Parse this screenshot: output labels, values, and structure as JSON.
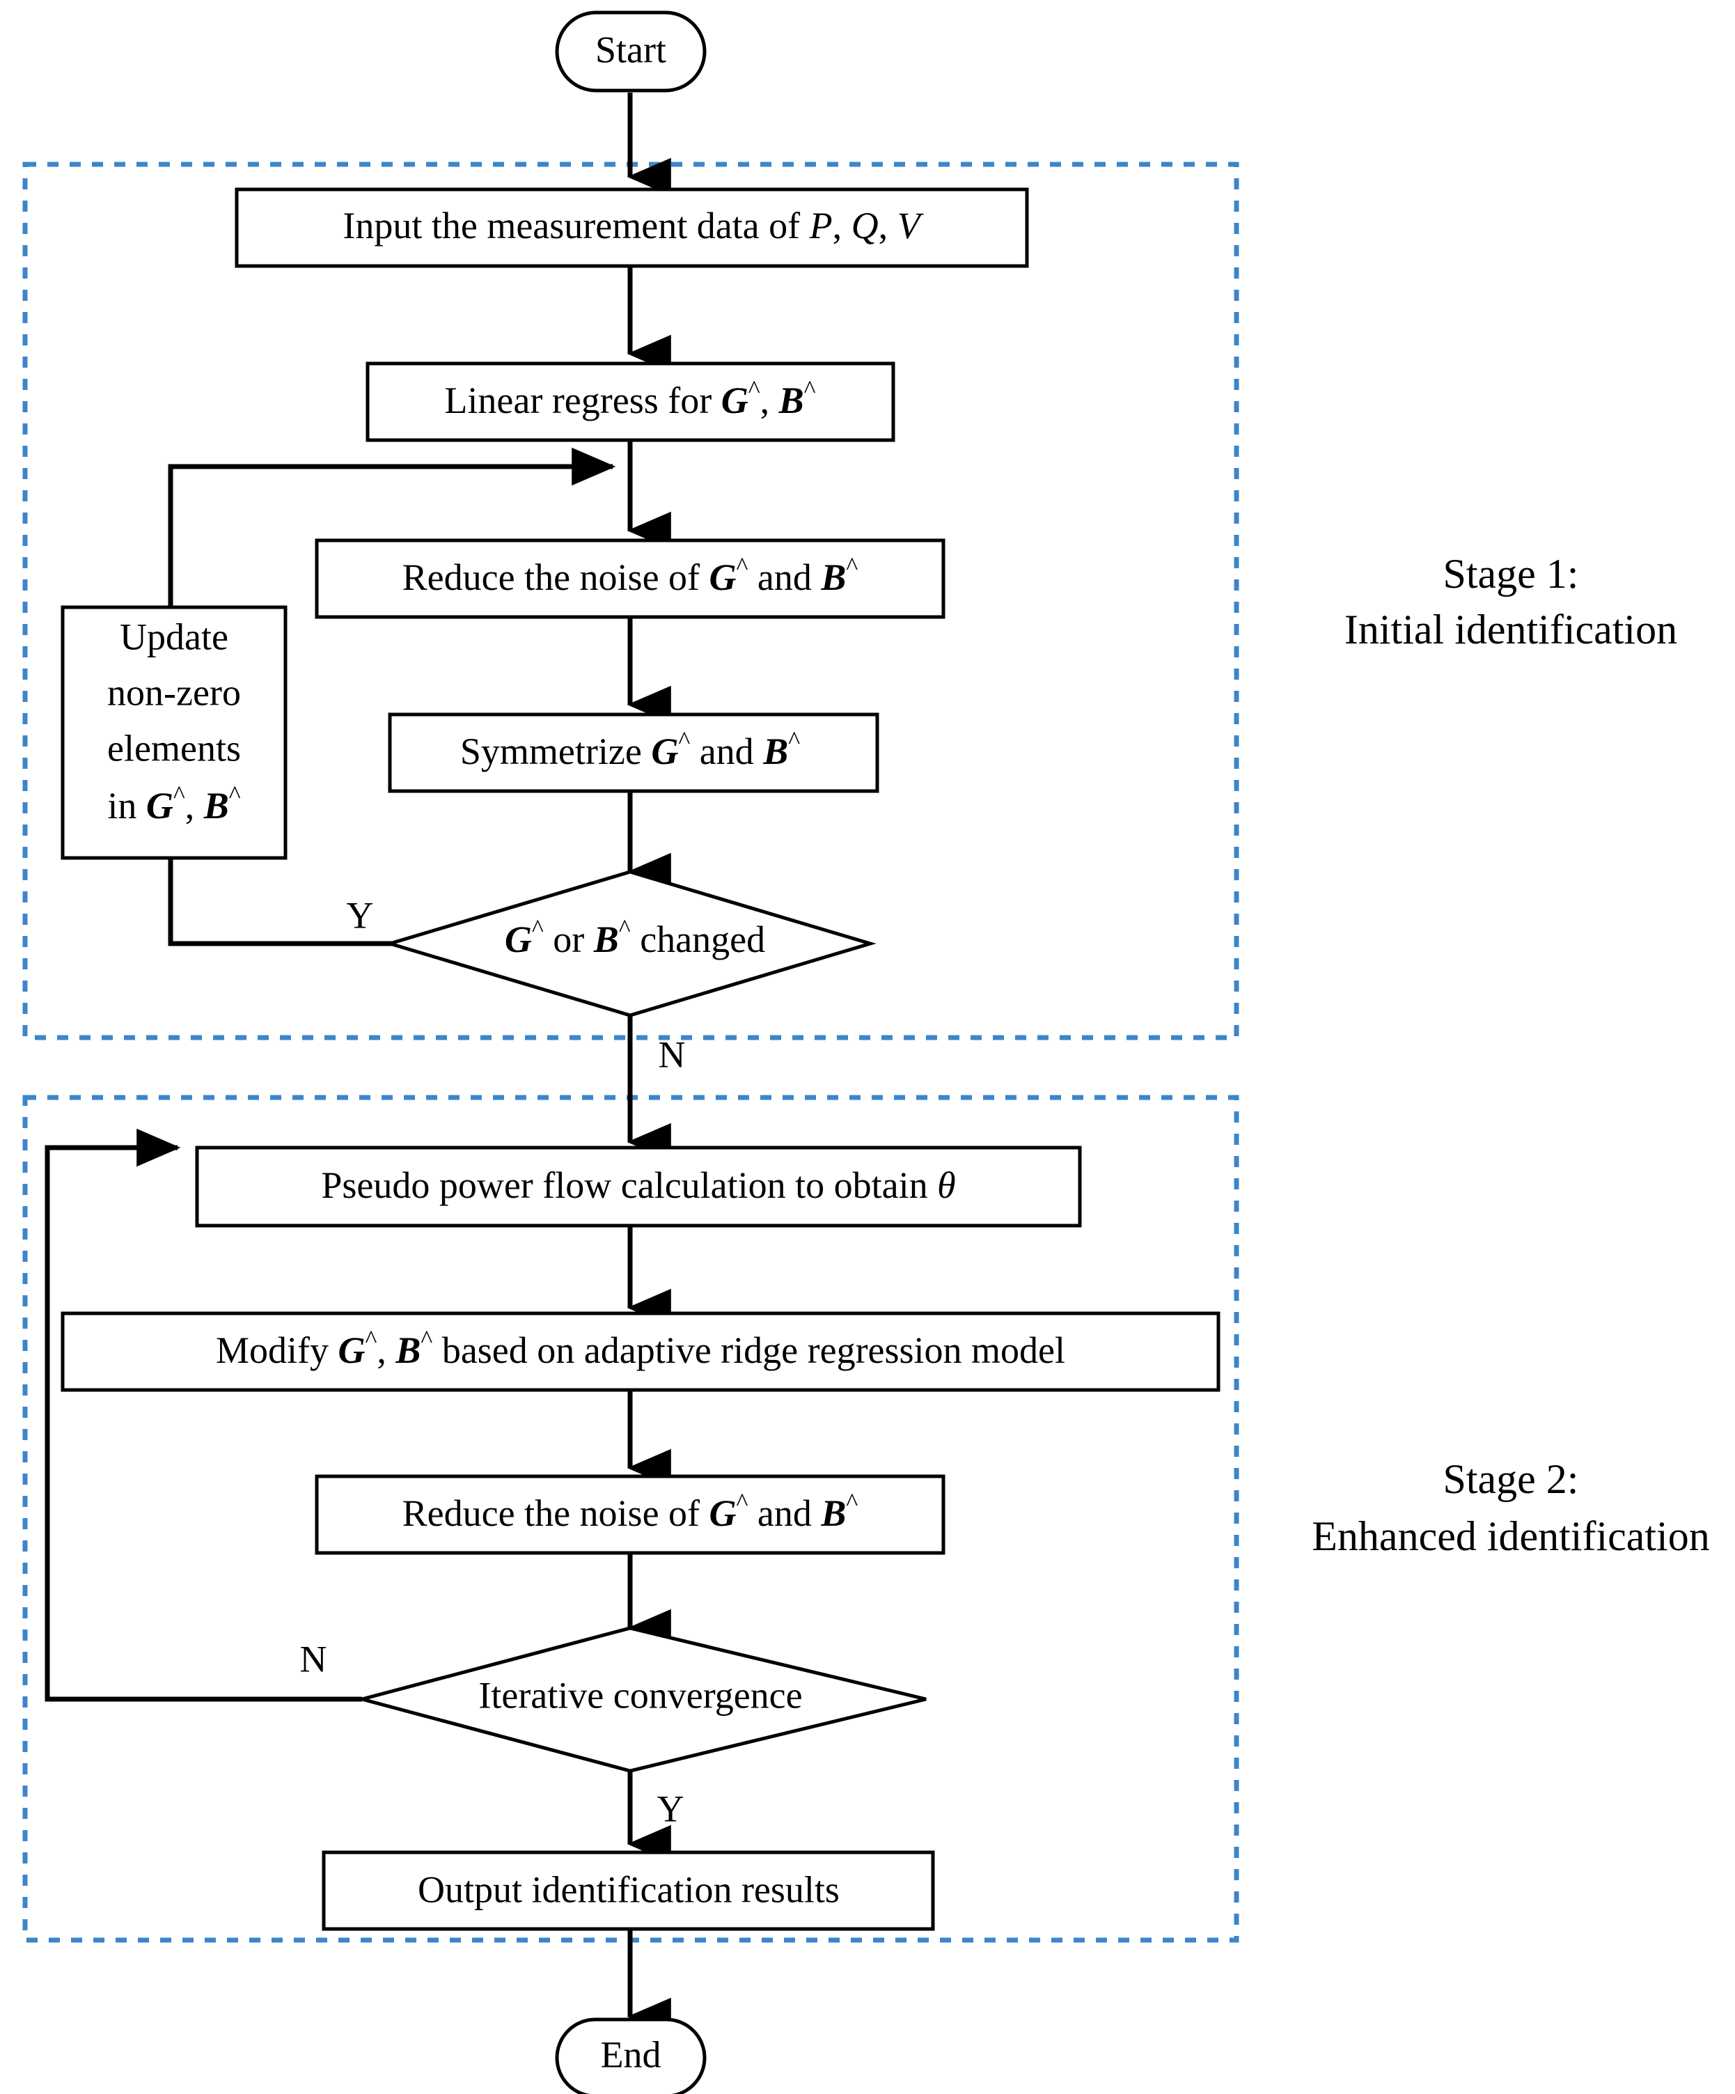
{
  "diagram": {
    "title": "Two-stage admittance matrix identification flowchart",
    "accent_color": "#3c86c8",
    "line_color": "#000000",
    "background": "#ffffff"
  },
  "nodes": {
    "start": {
      "label": "Start",
      "shape": "terminator"
    },
    "input_data": {
      "label": "Input the measurement data of P, Q, V",
      "shape": "process",
      "parts": [
        {
          "t": "Input the measurement data of ",
          "style": "normal"
        },
        {
          "t": "P",
          "style": "italic"
        },
        {
          "t": ", ",
          "style": "normal"
        },
        {
          "t": "Q",
          "style": "italic"
        },
        {
          "t": ", ",
          "style": "normal"
        },
        {
          "t": "V",
          "style": "italic"
        }
      ]
    },
    "linear_regress": {
      "label": "Linear regress for G^, B^",
      "shape": "process",
      "parts": [
        {
          "t": "Linear regress for ",
          "style": "normal"
        },
        {
          "t": "G",
          "style": "bold-italic",
          "hat": true
        },
        {
          "t": ", ",
          "style": "normal"
        },
        {
          "t": "B",
          "style": "bold-italic",
          "hat": true
        }
      ]
    },
    "reduce_noise_1": {
      "label": "Reduce the noise of G^ and B^",
      "shape": "process",
      "parts": [
        {
          "t": "Reduce the noise of ",
          "style": "normal"
        },
        {
          "t": "G",
          "style": "bold-italic",
          "hat": true
        },
        {
          "t": " and ",
          "style": "normal"
        },
        {
          "t": "B",
          "style": "bold-italic",
          "hat": true
        }
      ]
    },
    "symmetrize": {
      "label": "Symmetrize G^ and B^",
      "shape": "process",
      "parts": [
        {
          "t": "Symmetrize ",
          "style": "normal"
        },
        {
          "t": "G",
          "style": "bold-italic",
          "hat": true
        },
        {
          "t": " and ",
          "style": "normal"
        },
        {
          "t": "B",
          "style": "bold-italic",
          "hat": true
        }
      ]
    },
    "update_nonzero": {
      "label": "Update non-zero elements in G^, B^",
      "shape": "process",
      "lines": [
        "Update",
        "non-zero",
        "elements",
        "in G^, B^"
      ]
    },
    "decision_changed": {
      "label": "G^ or B^ changed",
      "shape": "decision",
      "parts": [
        {
          "t": "G",
          "style": "bold-italic",
          "hat": true
        },
        {
          "t": " or ",
          "style": "normal"
        },
        {
          "t": "B",
          "style": "bold-italic",
          "hat": true
        },
        {
          "t": " changed",
          "style": "normal"
        }
      ],
      "yes_label": "Y",
      "no_label": "N"
    },
    "pseudo_power_flow": {
      "label": "Pseudo power flow calculation to obtain θ",
      "shape": "process",
      "parts": [
        {
          "t": "Pseudo power flow calculation to obtain ",
          "style": "normal"
        },
        {
          "t": "θ",
          "style": "italic"
        }
      ]
    },
    "modify_ridge": {
      "label": "Modify G^, B^ based on adaptive ridge regression model",
      "shape": "process",
      "parts": [
        {
          "t": "Modify ",
          "style": "normal"
        },
        {
          "t": "G",
          "style": "bold-italic",
          "hat": true
        },
        {
          "t": ", ",
          "style": "normal"
        },
        {
          "t": "B",
          "style": "bold-italic",
          "hat": true
        },
        {
          "t": " based on adaptive ridge regression model",
          "style": "normal"
        }
      ]
    },
    "reduce_noise_2": {
      "label": "Reduce the noise of G^ and B^",
      "shape": "process",
      "parts": [
        {
          "t": "Reduce the noise of ",
          "style": "normal"
        },
        {
          "t": "G",
          "style": "bold-italic",
          "hat": true
        },
        {
          "t": " and ",
          "style": "normal"
        },
        {
          "t": "B",
          "style": "bold-italic",
          "hat": true
        }
      ]
    },
    "decision_converge": {
      "label": "Iterative convergence",
      "shape": "decision",
      "yes_label": "Y",
      "no_label": "N"
    },
    "output_results": {
      "label": "Output identification results",
      "shape": "process"
    },
    "end": {
      "label": "End",
      "shape": "terminator"
    }
  },
  "stages": [
    {
      "id": "stage1",
      "line1": "Stage 1:",
      "line2": "Initial identification"
    },
    {
      "id": "stage2",
      "line1": "Stage 2:",
      "line2": "Enhanced identification"
    }
  ],
  "branch_labels": {
    "stage1_yes": "Y",
    "stage1_no": "N",
    "stage2_no": "N",
    "stage2_yes": "Y"
  }
}
